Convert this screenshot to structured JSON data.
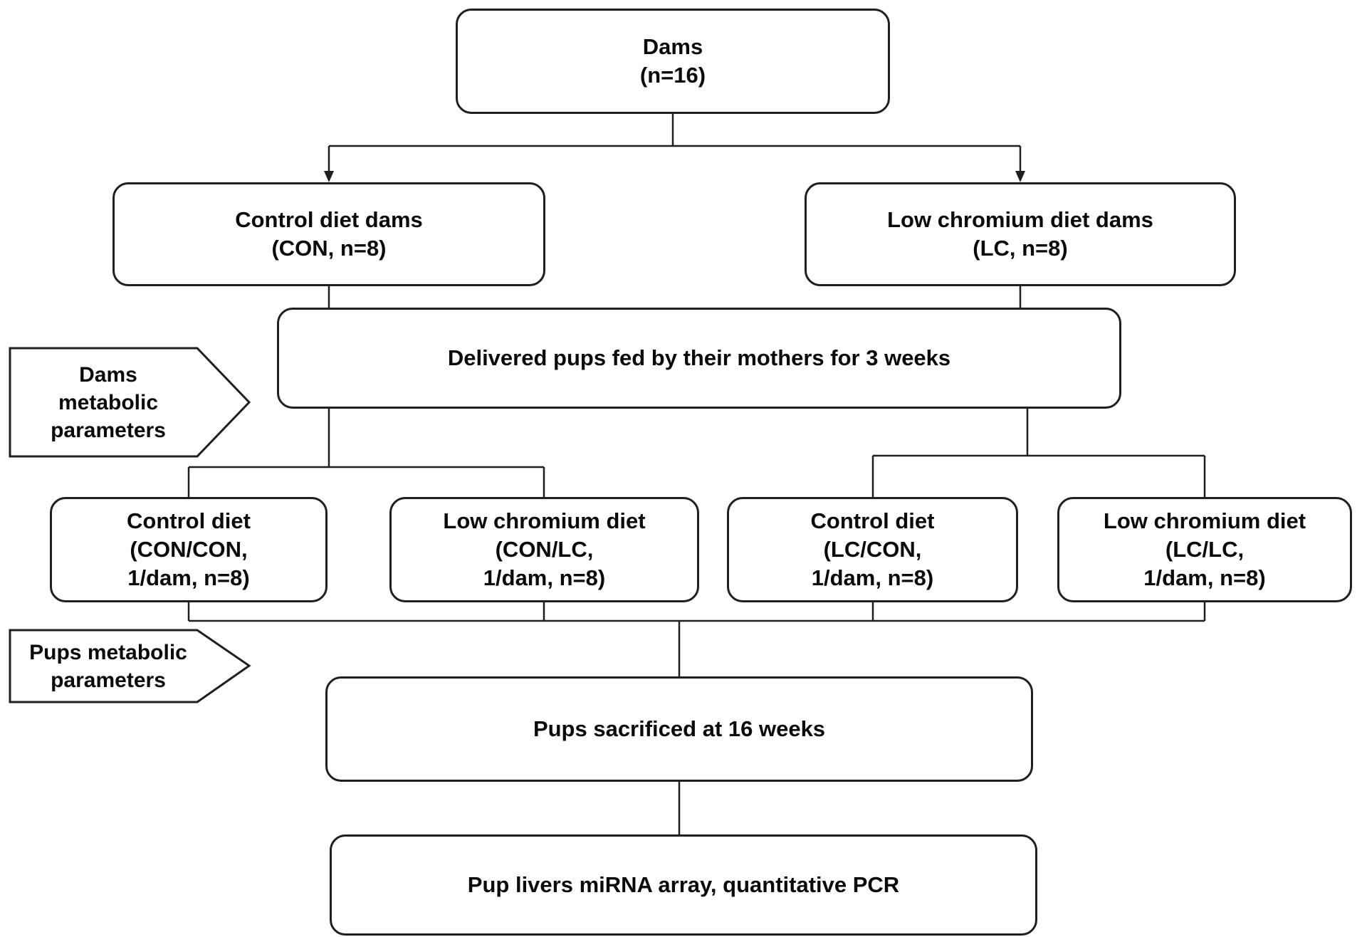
{
  "diagram": {
    "nodes": {
      "dams": "Dams\n(n=16)",
      "con_dams": "Control diet dams\n(CON, n=8)",
      "lc_dams": "Low chromium diet dams\n(LC, n=8)",
      "delivered": "Delivered pups fed by their mothers for 3 weeks",
      "con_con": "Control diet\n(CON/CON,\n1/dam, n=8)",
      "con_lc": "Low chromium diet\n(CON/LC,\n1/dam, n=8)",
      "lc_con": "Control diet\n(LC/CON,\n1/dam, n=8)",
      "lc_lc": "Low chromium diet\n(LC/LC,\n1/dam, n=8)",
      "sacrificed": "Pups sacrificed at 16 weeks",
      "mirna": "Pup livers miRNA array, quantitative PCR"
    },
    "labels": {
      "dams_metabolic": "Dams\nmetabolic\nparameters",
      "pups_metabolic": "Pups metabolic\nparameters"
    },
    "colors": {
      "border": "#1f1f1f",
      "background": "#ffffff",
      "text": "#0a0a0a"
    }
  }
}
